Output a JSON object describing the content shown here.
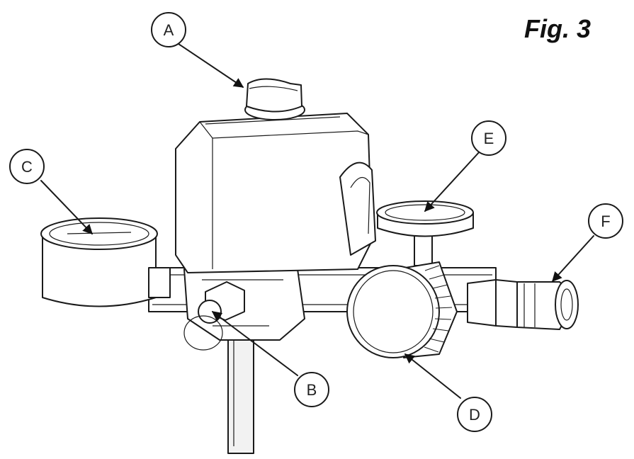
{
  "figure": {
    "title": "Fig. 3"
  },
  "callouts": [
    {
      "id": "A",
      "label": "A"
    },
    {
      "id": "B",
      "label": "B"
    },
    {
      "id": "C",
      "label": "C"
    },
    {
      "id": "D",
      "label": "D"
    },
    {
      "id": "E",
      "label": "E"
    },
    {
      "id": "F",
      "label": "F"
    }
  ]
}
